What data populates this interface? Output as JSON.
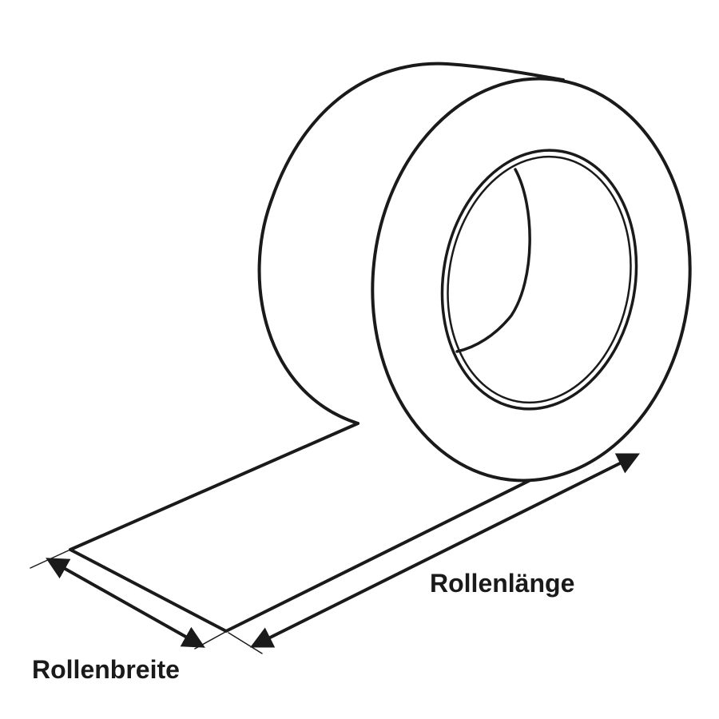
{
  "diagram": {
    "subject": "tape-roll",
    "labels": {
      "roll_length": "Rollenlänge",
      "roll_width": "Rollenbreite"
    },
    "colors": {
      "stroke": "#1a1a1a",
      "background": "#ffffff"
    }
  }
}
